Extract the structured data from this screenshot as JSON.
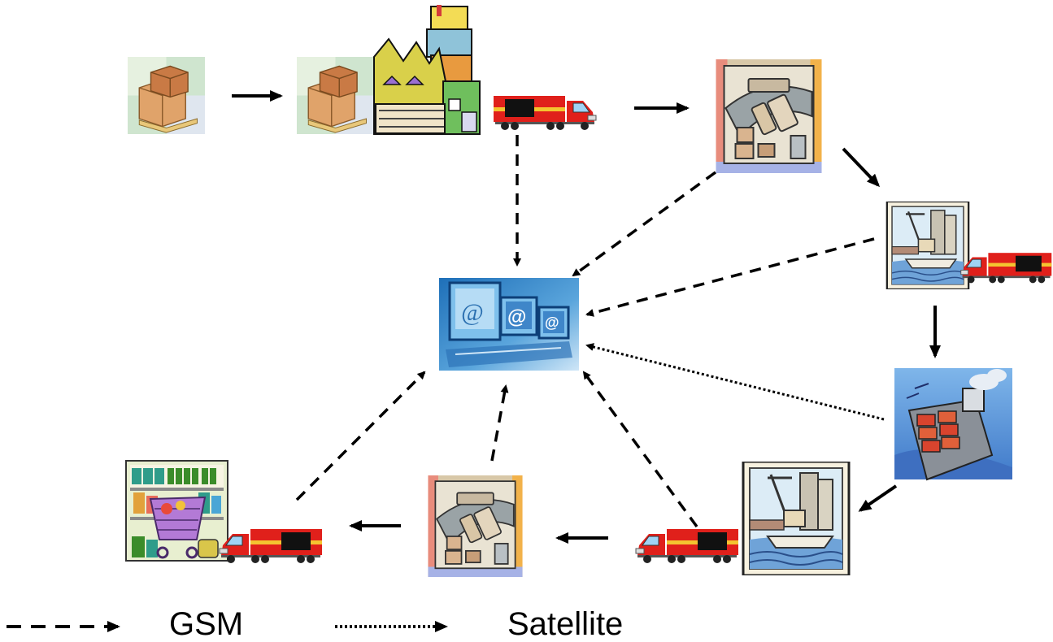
{
  "legend": {
    "gsm_label": "GSM",
    "satellite_label": "Satellite"
  },
  "colors": {
    "truck_red": "#e0201b",
    "truck_yellow": "#f4c430",
    "monitor_blue": "#3b86c8",
    "sea_blue": "#4a7fd0"
  },
  "nodes": [
    {
      "id": "pallet",
      "icon": "pallet-boxes-icon"
    },
    {
      "id": "factory",
      "icon": "factory-with-pallet-icon"
    },
    {
      "id": "truck-factory",
      "icon": "truck-icon"
    },
    {
      "id": "distribution-1",
      "icon": "distribution-center-icon"
    },
    {
      "id": "port-1",
      "icon": "port-icon"
    },
    {
      "id": "truck-port",
      "icon": "truck-icon"
    },
    {
      "id": "ship",
      "icon": "cargo-ship-icon"
    },
    {
      "id": "port-2",
      "icon": "port-icon"
    },
    {
      "id": "truck-port-2",
      "icon": "truck-icon"
    },
    {
      "id": "distribution-2",
      "icon": "distribution-center-icon"
    },
    {
      "id": "store",
      "icon": "supermarket-icon"
    },
    {
      "id": "truck-store",
      "icon": "truck-icon"
    },
    {
      "id": "server",
      "icon": "computer-network-icon"
    }
  ]
}
